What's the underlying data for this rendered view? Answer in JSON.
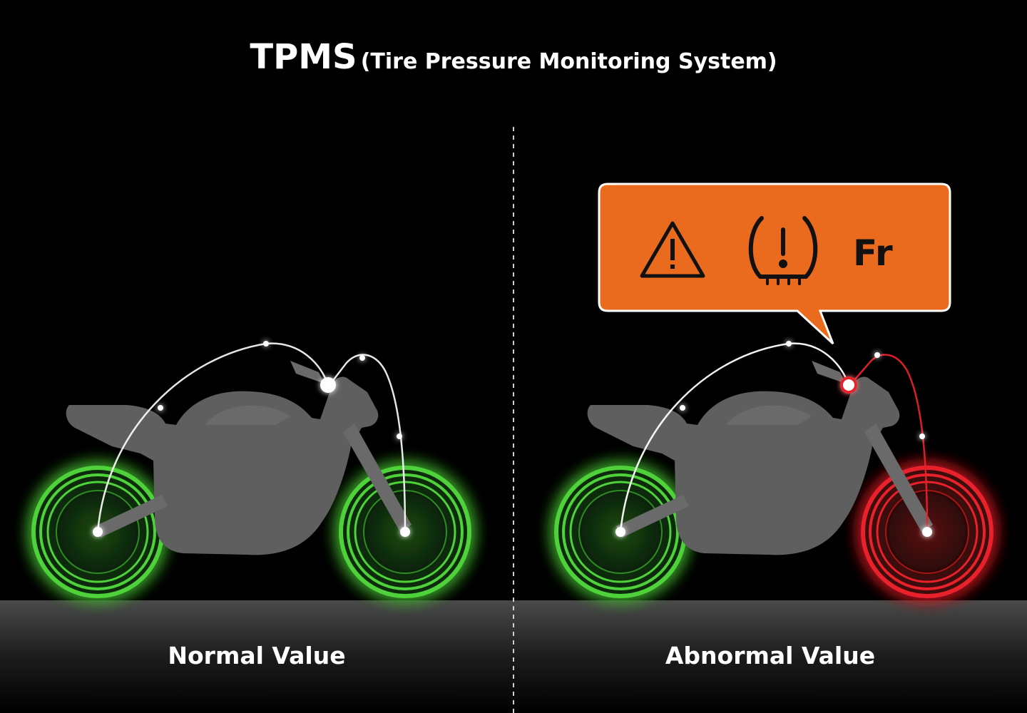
{
  "title": {
    "main": "TPMS",
    "subtitle": "(Tire Pressure Monitoring System)"
  },
  "panels": {
    "left": {
      "label": "Normal Value",
      "front_tire_status": "normal",
      "rear_tire_status": "normal"
    },
    "right": {
      "label": "Abnormal Value",
      "front_tire_status": "abnormal",
      "rear_tire_status": "normal",
      "warning": {
        "icons": [
          "warning-triangle-icon",
          "tpms-icon"
        ],
        "position_text": "Fr"
      }
    }
  },
  "colors": {
    "background": "#000000",
    "normal": "#4fd13a",
    "abnormal": "#e8202a",
    "warning_box": "#ea6a1e",
    "bike_body": "#5f5f5f",
    "ground": "#3a3a3a",
    "signal_line": "#ffffff"
  }
}
